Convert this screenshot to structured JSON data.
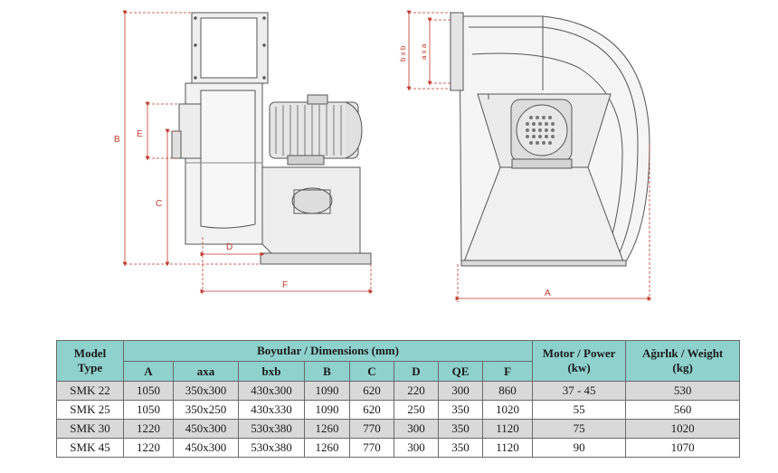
{
  "drawing": {
    "labels": {
      "B": "B",
      "E": "E",
      "C": "C",
      "D": "D",
      "F": "F",
      "A": "A",
      "bxb": "b x b",
      "axa": "a x a"
    }
  },
  "table": {
    "header": {
      "model": [
        "Model",
        "Type"
      ],
      "dimensions": "Boyutlar / Dimensions (mm)",
      "motor": [
        "Motor / Power",
        "(kw)"
      ],
      "weight": [
        "Ağırlık / Weight",
        "(kg)"
      ],
      "columns": [
        "A",
        "axa",
        "bxb",
        "B",
        "C",
        "D",
        "QE",
        "F"
      ]
    },
    "rows": [
      [
        "SMK 22",
        "1050",
        "350x300",
        "430x300",
        "1090",
        "620",
        "220",
        "300",
        "860",
        "37 - 45",
        "530"
      ],
      [
        "SMK 25",
        "1050",
        "350x250",
        "430x330",
        "1090",
        "620",
        "250",
        "350",
        "1020",
        "55",
        "560"
      ],
      [
        "SMK 30",
        "1220",
        "450x300",
        "530x380",
        "1260",
        "770",
        "300",
        "350",
        "1120",
        "75",
        "1020"
      ],
      [
        "SMK 45",
        "1220",
        "450x300",
        "530x380",
        "1260",
        "770",
        "300",
        "350",
        "1120",
        "90",
        "1070"
      ]
    ]
  }
}
